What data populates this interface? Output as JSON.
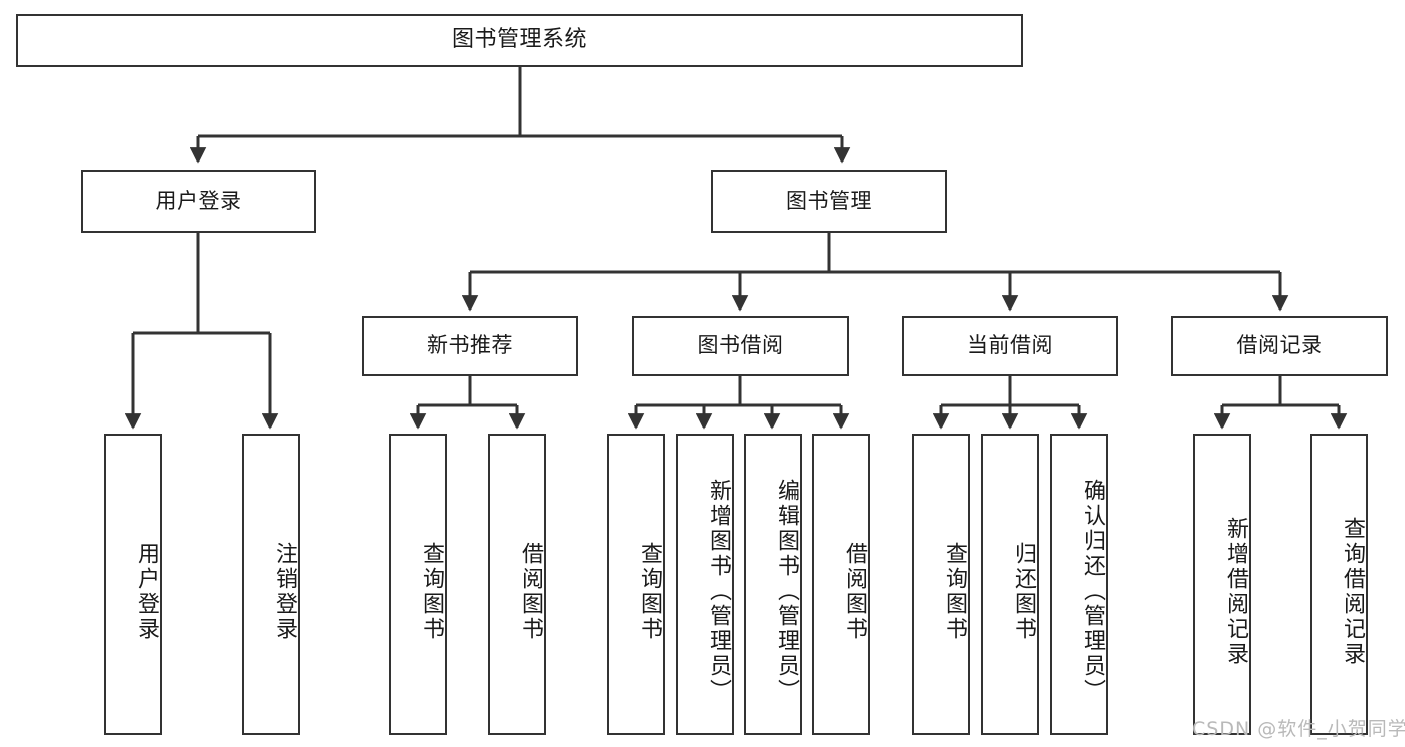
{
  "diagram": {
    "title": "图书管理系统",
    "type": "tree-hierarchy-diagram",
    "colors": {
      "box_border": "#333333",
      "box_fill": "#ffffff",
      "connector": "#333333",
      "background": "#ffffff",
      "watermark": "#b9b9b9"
    },
    "root": {
      "label": "图书管理系统"
    },
    "level2": [
      {
        "label": "用户登录"
      },
      {
        "label": "图书管理"
      }
    ],
    "level3": [
      {
        "label": "新书推荐"
      },
      {
        "label": "图书借阅"
      },
      {
        "label": "当前借阅"
      },
      {
        "label": "借阅记录"
      }
    ],
    "leaves": {
      "user_login": [
        {
          "label": "用户登录"
        },
        {
          "label": "注销登录"
        }
      ],
      "new_book_recommend": [
        {
          "label": "查询图书"
        },
        {
          "label": "借阅图书"
        }
      ],
      "book_borrow": [
        {
          "label": "查询图书"
        },
        {
          "label": "新增图书（管理员）"
        },
        {
          "label": "编辑图书（管理员）"
        },
        {
          "label": "借阅图书"
        }
      ],
      "current_borrow": [
        {
          "label": "查询图书"
        },
        {
          "label": "归还图书"
        },
        {
          "label": "确认归还（管理员）"
        }
      ],
      "borrow_record": [
        {
          "label": "新增借阅记录"
        },
        {
          "label": "查询借阅记录"
        }
      ]
    },
    "watermark": "CSDN @软件_小贺同学"
  }
}
